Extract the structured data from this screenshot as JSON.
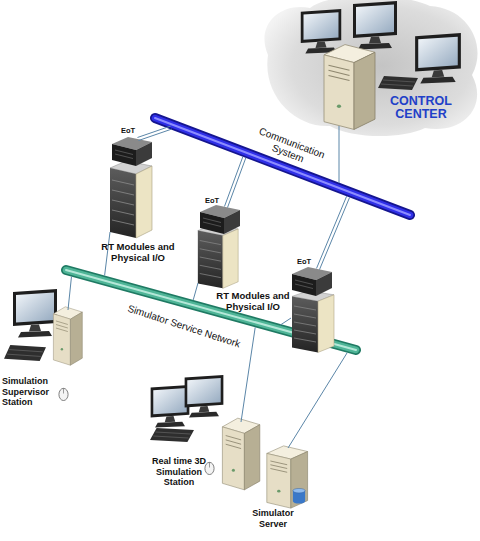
{
  "diagram": {
    "nodes": [
      {
        "text": [
          "CONTROL CENTER"
        ]
      },
      {
        "text": [
          "Communication System"
        ]
      },
      {
        "text": [
          "EoT",
          "RT Modules and Physical I/O"
        ]
      },
      {
        "text": [
          "EoT",
          "RT Modules and Physical I/O"
        ]
      },
      {
        "text": [
          "EoT"
        ]
      },
      {
        "text": [
          "Simulator Service Network"
        ]
      },
      {
        "text": [
          "Simulation Supervisor Station"
        ]
      },
      {
        "text": [
          "Real time 3D Simulation Station"
        ]
      },
      {
        "text": [
          "Simulator Server"
        ]
      }
    ],
    "edges": [
      {
        "from": 0,
        "to": 1,
        "arrow": "none"
      },
      {
        "from": 2,
        "to": 1,
        "arrow": "none"
      },
      {
        "from": 3,
        "to": 1,
        "arrow": "none"
      },
      {
        "from": 4,
        "to": 1,
        "arrow": "none"
      },
      {
        "from": 2,
        "to": 5,
        "arrow": "none"
      },
      {
        "from": 3,
        "to": 5,
        "arrow": "none"
      },
      {
        "from": 4,
        "to": 5,
        "arrow": "none"
      },
      {
        "from": 6,
        "to": 5,
        "arrow": "none"
      },
      {
        "from": 7,
        "to": 5,
        "arrow": "none"
      },
      {
        "from": 8,
        "to": 5,
        "arrow": "none"
      }
    ]
  }
}
